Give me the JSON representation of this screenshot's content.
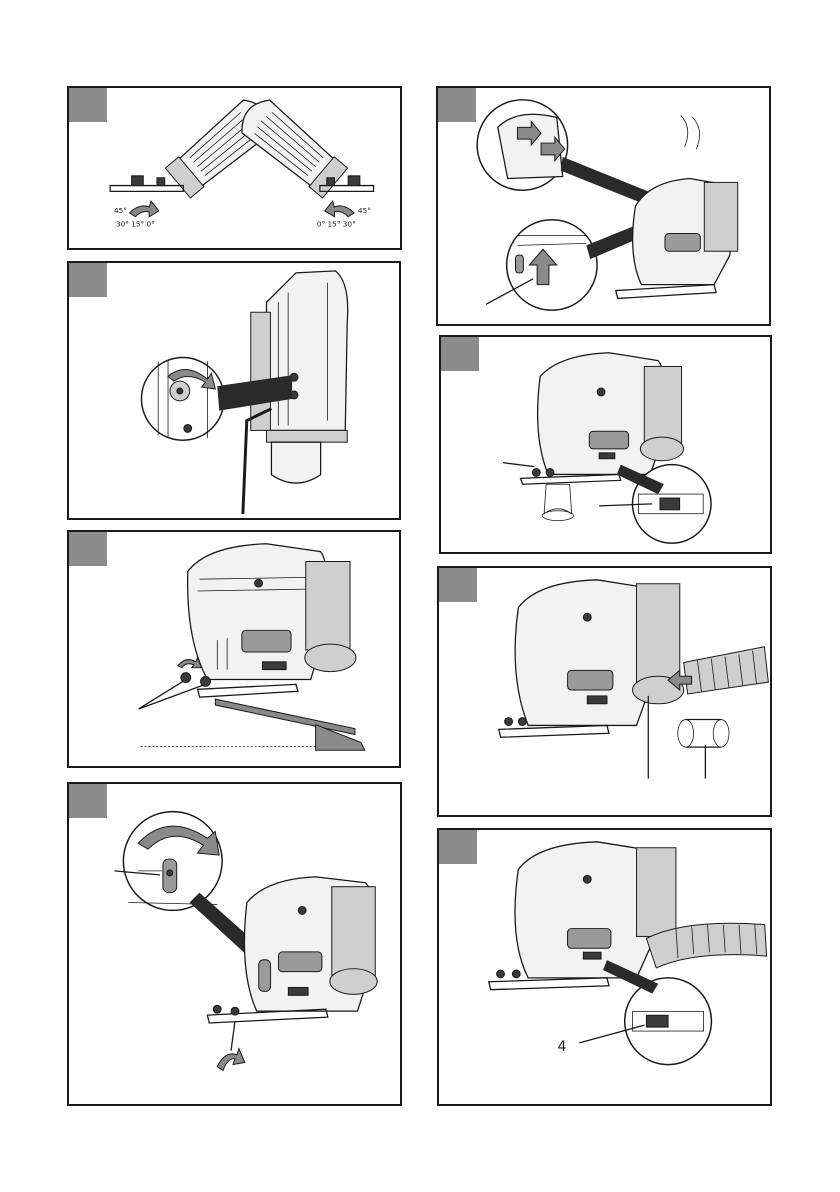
{
  "fig1": {
    "left_angles_top": "45°",
    "left_angles_bottom": "30°  15°  0°",
    "right_angles_top": "45°",
    "right_angles_bottom": "0°  15°  30°"
  },
  "fig9": {
    "callout_number": "4"
  },
  "colors": {
    "tab": "#8c8c8c",
    "border": "#1a1a1a",
    "arrow_fill": "#8a8a8a"
  }
}
